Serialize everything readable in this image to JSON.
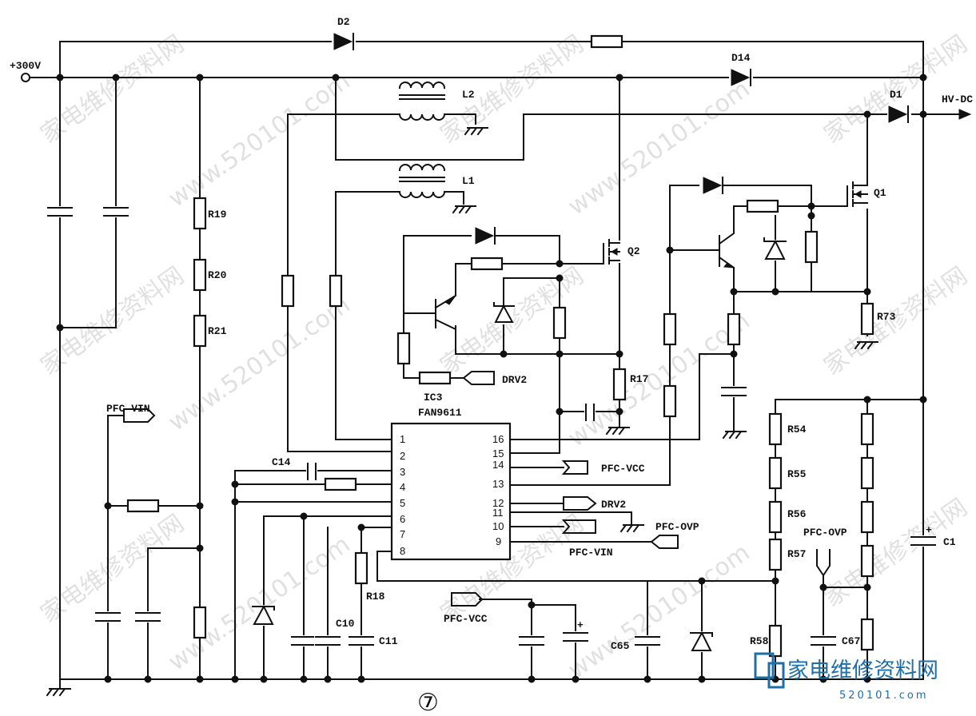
{
  "labels": {
    "supply_in": "+300V",
    "output": "HV-DC",
    "ic_ref": "IC3",
    "ic_part": "FAN9611",
    "figure_number": "⑦"
  },
  "components": {
    "diodes": [
      "D2",
      "D14",
      "D1"
    ],
    "inductors": [
      "L2",
      "L1"
    ],
    "transistors": [
      "Q2",
      "Q1"
    ],
    "resistors": [
      "R19",
      "R20",
      "R21",
      "R17",
      "R73",
      "R18",
      "R54",
      "R55",
      "R56",
      "R57",
      "R58"
    ],
    "capacitors": [
      "C14",
      "C10",
      "C11",
      "C65",
      "C67",
      "C1"
    ]
  },
  "nets": {
    "drv2": "DRV2",
    "pfc_vin": "PFC-VIN",
    "pfc_vcc": "PFC-VCC",
    "pfc_ovp": "PFC-OVP"
  },
  "ic_pins_left": [
    "1",
    "2",
    "3",
    "4",
    "5",
    "6",
    "7",
    "8"
  ],
  "ic_pins_right": [
    "16",
    "15",
    "14",
    "13",
    "12",
    "11",
    "10",
    "9"
  ],
  "watermark": {
    "cn": "家电维修资料网",
    "url": "www.520101.com"
  },
  "logo": {
    "text": "家电维修资料网",
    "url": "520101.com",
    "accent": "#1e6fa8"
  }
}
